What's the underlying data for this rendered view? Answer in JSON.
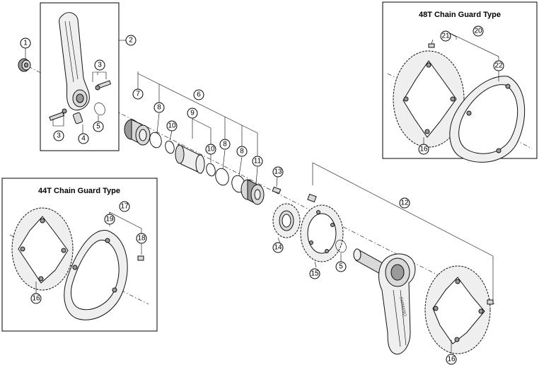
{
  "callouts": {
    "c1": "1",
    "c2": "2",
    "c3a": "3",
    "c3b": "3",
    "c4": "4",
    "c5a": "5",
    "c6": "6",
    "c7": "7",
    "c8a": "8",
    "c8b": "8",
    "c8c": "8",
    "c9": "9",
    "c10a": "10",
    "c10b": "10",
    "c11": "11",
    "c12": "12",
    "c13": "13",
    "c14": "14",
    "c15": "15",
    "c5b": "5",
    "c16a": "16",
    "c16b": "16",
    "c16c": "16",
    "c17": "17",
    "c18": "18",
    "c19": "19",
    "c20": "20",
    "c21": "21",
    "c22": "22"
  },
  "boxes": {
    "chainguard_48t_title": "48T Chain Guard Type",
    "chainguard_44t_title": "44T Chain Guard Type"
  },
  "crank_brand": "SHIMANO"
}
